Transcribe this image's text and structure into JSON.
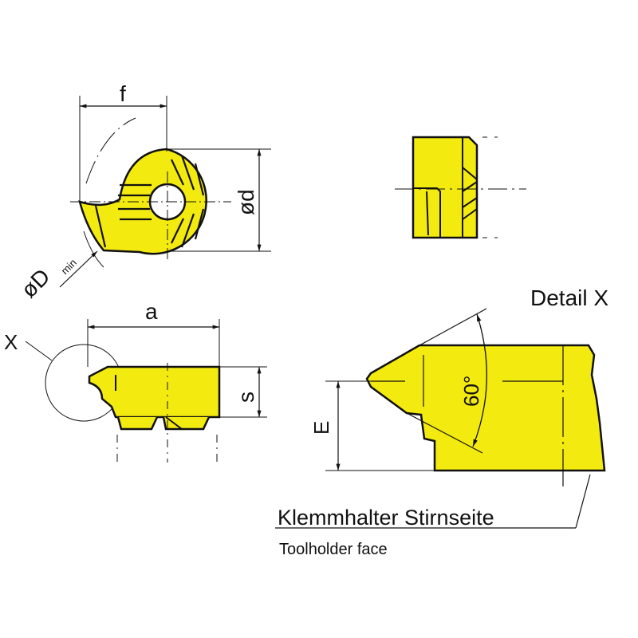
{
  "colors": {
    "insert_fill": "#f3ea10",
    "line": "#111111"
  },
  "labels": {
    "f": "f",
    "d": "ød",
    "D": "øD",
    "D_sub": "min",
    "a": "a",
    "X": "X",
    "s": "s",
    "detail_title": "Detail X",
    "angle": "60°",
    "E": "E",
    "toolholder_de": "Klemmhalter Stirnseite",
    "toolholder_en": "Toolholder face"
  }
}
